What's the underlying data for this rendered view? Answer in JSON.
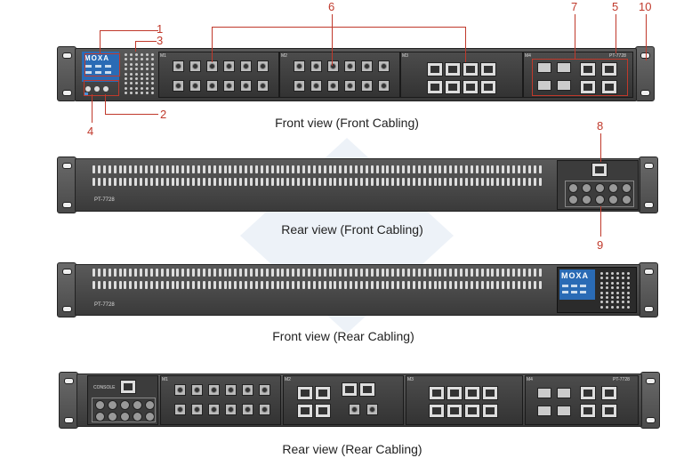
{
  "captions": {
    "front_front": "Front view (Front Cabling)",
    "rear_front": "Rear view (Front Cabling)",
    "front_rear": "Front view (Rear Cabling)",
    "rear_rear": "Rear view (Rear Cabling)"
  },
  "callouts": {
    "c1": "1",
    "c2": "2",
    "c3": "3",
    "c4": "4",
    "c5": "5",
    "c6": "6",
    "c7": "7",
    "c8": "8",
    "c9": "9",
    "c10": "10"
  },
  "labels": {
    "model": "PT-7728",
    "brand": "MOXA",
    "console": "CONSOLE",
    "m1": "M1",
    "m2": "M2",
    "m3": "M3",
    "m4": "M4"
  },
  "colors": {
    "callout": "#c0392b",
    "logo_panel": "#2a6bb5"
  }
}
